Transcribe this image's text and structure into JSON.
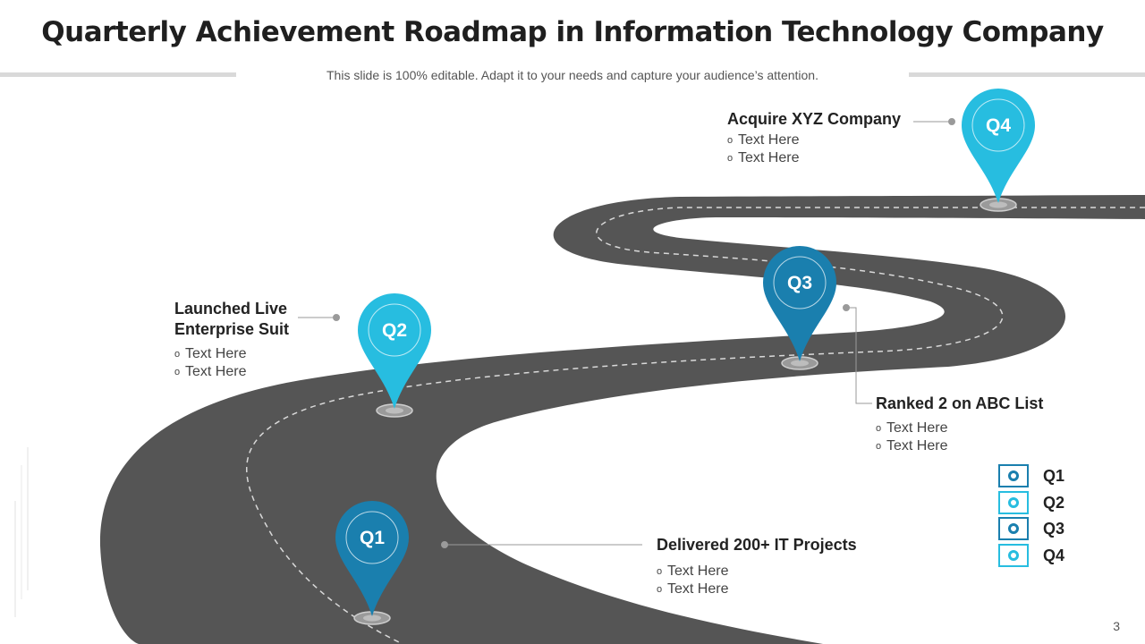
{
  "title": "Quarterly Achievement Roadmap in Information Technology Company",
  "subtitle": "This slide is 100% editable. Adapt it to your needs and capture your audience’s attention.",
  "colors": {
    "road": "#555555",
    "q1": "#1a7fae",
    "q2": "#27bde0",
    "q3": "#1a7fae",
    "q4": "#27bde0"
  },
  "pins": [
    {
      "label": "Q1",
      "icon": "map-pin-icon"
    },
    {
      "label": "Q2",
      "icon": "map-pin-icon"
    },
    {
      "label": "Q3",
      "icon": "map-pin-icon"
    },
    {
      "label": "Q4",
      "icon": "map-pin-icon"
    }
  ],
  "milestones": {
    "q1": {
      "heading": "Delivered 200+ IT Projects",
      "bullets": [
        "Text Here",
        "Text Here"
      ]
    },
    "q2": {
      "heading_line1": "Launched Live",
      "heading_line2": "Enterprise Suit",
      "bullets": [
        "Text Here",
        "Text Here"
      ]
    },
    "q3": {
      "heading": "Ranked 2 on ABC List",
      "bullets": [
        "Text Here",
        "Text Here"
      ]
    },
    "q4": {
      "heading": "Acquire XYZ Company",
      "bullets": [
        "Text Here",
        "Text Here"
      ]
    }
  },
  "bullet_glyph": "o",
  "legend": [
    {
      "label": "Q1",
      "color": "#1a7fae"
    },
    {
      "label": "Q2",
      "color": "#27bde0"
    },
    {
      "label": "Q3",
      "color": "#1a7fae"
    },
    {
      "label": "Q4",
      "color": "#27bde0"
    }
  ],
  "page_number": "3"
}
